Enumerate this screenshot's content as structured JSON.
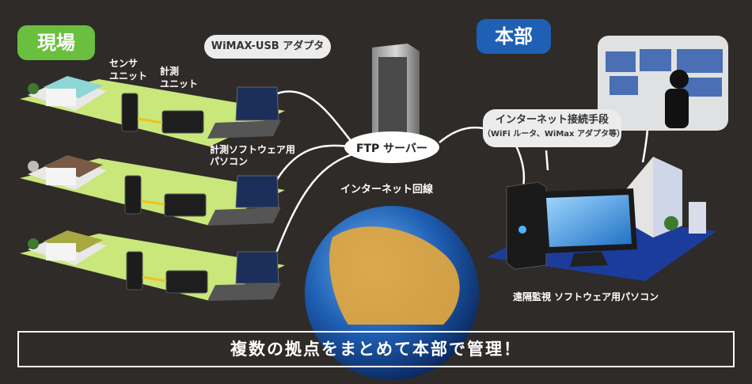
{
  "site_label": "現場",
  "hq_label": "本部",
  "sensor_unit_label": [
    "センサ",
    "ユニット"
  ],
  "measure_unit_label": [
    "計測",
    "ユニット"
  ],
  "wimax_callout": "WiMAX-USB アダプタ",
  "measure_pc_label": [
    "計測ソフトウェア用",
    "パソコン"
  ],
  "ftp_server_label": "FTP サーバー",
  "internet_line_label": "インターネット回線",
  "internet_connect_title": "インターネット接続手段",
  "internet_connect_sub": "（WiFi ルータ、WiMax アダプタ等）",
  "remote_pc_label": "遠隔監視 ソフトウェア用パソコン",
  "banner_text": "複数の拠点をまとめて本部で管理！",
  "colors": {
    "background": "#2e2b29",
    "site_green": "#6abf3f",
    "hq_blue": "#1f5fb4",
    "platform_green": "#c9e77a",
    "hq_platform": "#1c3c9c"
  }
}
